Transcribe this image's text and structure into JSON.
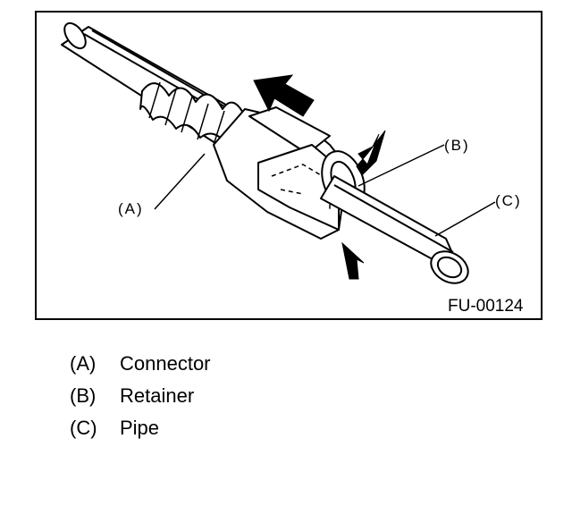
{
  "figure": {
    "code": "FU-00124",
    "callouts": {
      "a": "(A)",
      "b": "(B)",
      "c": "(C)"
    }
  },
  "legend": [
    {
      "key": "(A)",
      "text": "Connector"
    },
    {
      "key": "(B)",
      "text": "Retainer"
    },
    {
      "key": "(C)",
      "text": "Pipe"
    }
  ]
}
